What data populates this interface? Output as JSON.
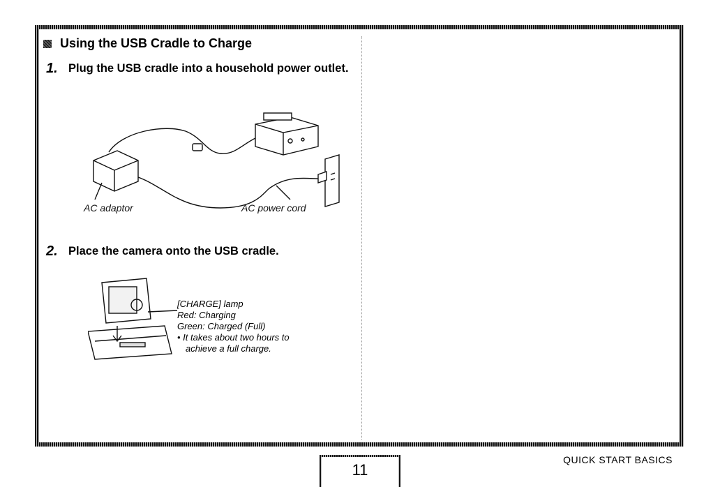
{
  "section": {
    "title": "Using the USB Cradle to Charge"
  },
  "steps": [
    {
      "num": "1.",
      "text": "Plug the USB cradle into a household power outlet."
    },
    {
      "num": "2.",
      "text": "Place the camera onto the USB cradle."
    }
  ],
  "figure1": {
    "label_adaptor": "AC adaptor",
    "label_cord": "AC power cord"
  },
  "figure2": {
    "lamp_label": "[CHARGE] lamp",
    "red": "Red: Charging",
    "green": "Green: Charged (Full)",
    "bullet": "• It takes about two hours to",
    "bullet_cont": "achieve a full charge."
  },
  "footer": {
    "page_number": "11",
    "section_name": "QUICK START BASICS"
  }
}
